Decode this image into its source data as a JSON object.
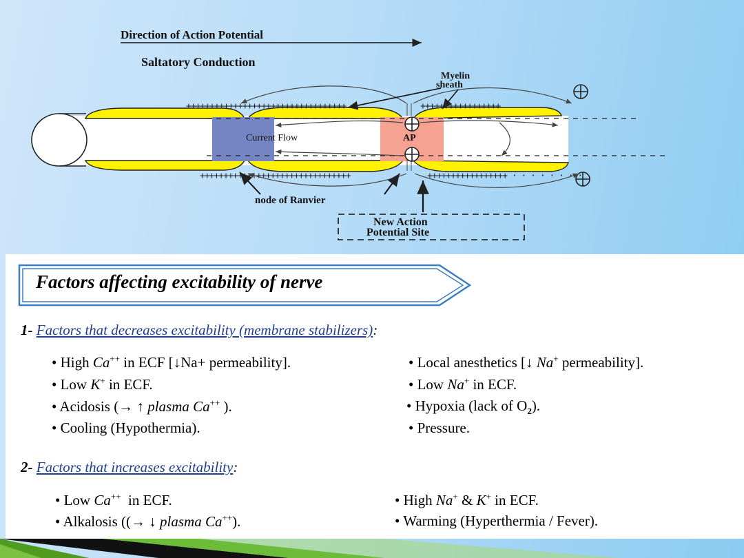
{
  "diagram": {
    "direction_label": "Direction of Action Potential",
    "subtitle": "Saltatory Conduction",
    "myelin_label_line1": "Myelin",
    "myelin_label_line2": "sheath",
    "current_flow_label": "Current Flow",
    "ap_label": "AP",
    "node_label": "node of Ranvier",
    "new_site_line1": "New Action",
    "new_site_line2": "Potential Site",
    "colors": {
      "myelin": "#fff200",
      "node_blue": "#7585c4",
      "ap_region": "#f6a292"
    }
  },
  "slide": {
    "title": "Factors affecting excitability of nerve",
    "section1": {
      "number": "1-",
      "heading": "Factors that decreases excitability (membrane stabilizers)",
      "suffix": ":",
      "left_items": [
        {
          "prefix": "• High ",
          "it": "Ca",
          "sup": "++",
          "rest": " in ECF [↓Na+ permeability]."
        },
        {
          "prefix": "• Low ",
          "it": "K",
          "sup": "+",
          "rest": " in ECF."
        },
        {
          "prefix": "• Acidosis (→ ↑ ",
          "it": "plasma Ca",
          "sup": "++",
          "rest": " )."
        },
        {
          "prefix": "• Cooling (Hypothermia).",
          "it": "",
          "sup": "",
          "rest": ""
        }
      ],
      "right_items": [
        {
          "prefix": "• Local anesthetics [↓ ",
          "it": "Na",
          "sup": "+",
          "rest": " permeability]."
        },
        {
          "prefix": "• Low ",
          "it": "Na",
          "sup": "+",
          "rest": " in ECF."
        },
        {
          "prefix": "• Hypoxia (lack of O",
          "it": "",
          "sub": "2",
          "rest": ")."
        },
        {
          "prefix": "• Pressure.",
          "it": "",
          "sup": "",
          "rest": ""
        }
      ]
    },
    "section2": {
      "number": "2-",
      "heading": "Factors that increases excitability",
      "suffix": ":",
      "left_items": [
        {
          "prefix": "• Low ",
          "it": "Ca",
          "sup": "++",
          "rest": "  in ECF."
        },
        {
          "prefix": "• Alkalosis ((→ ↓ ",
          "it": "plasma Ca",
          "sup": "++",
          "rest": ")."
        }
      ],
      "right_items": [
        {
          "prefix": "• High ",
          "it": "Na",
          "sup": "+",
          "mid": " & ",
          "it2": "K",
          "sup2": "+",
          "rest": " in ECF."
        },
        {
          "prefix": "• Warming (Hyperthermia / Fever).",
          "it": "",
          "sup": "",
          "rest": ""
        }
      ]
    }
  }
}
